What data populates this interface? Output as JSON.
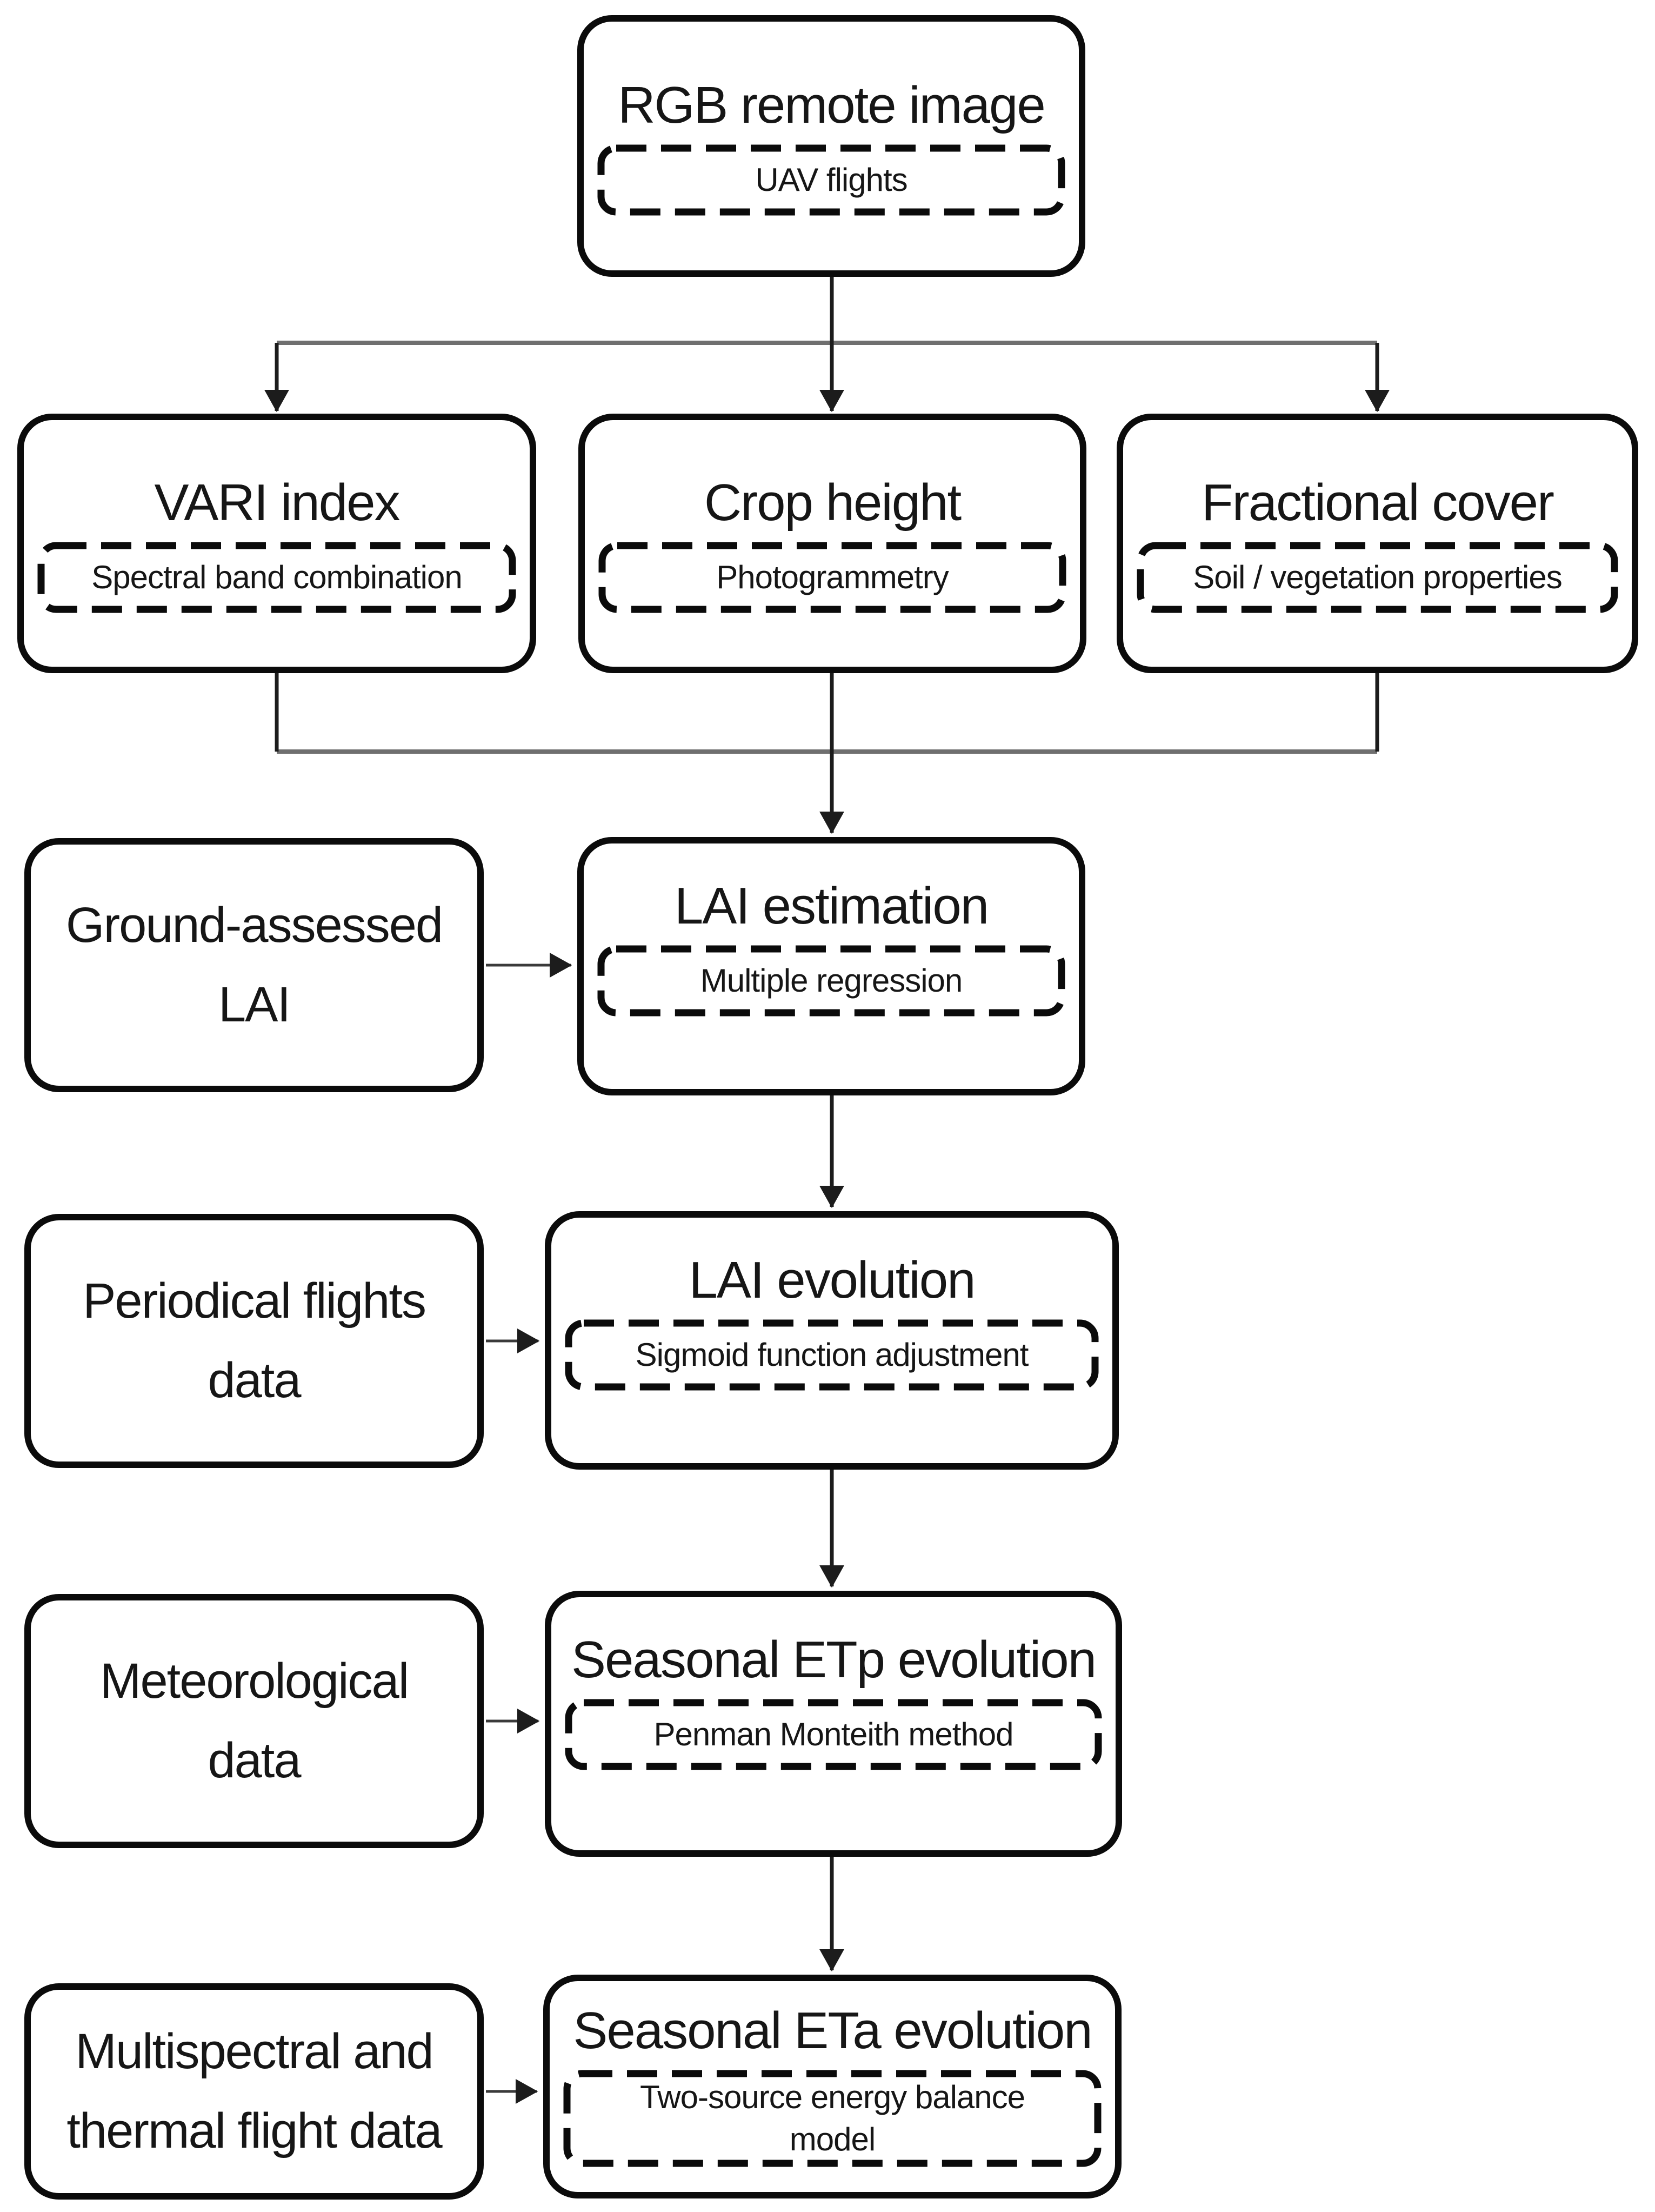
{
  "figure": {
    "type": "flowchart",
    "colors": {
      "background": "#ffffff",
      "box_border": "#0b0b0b",
      "text": "#161616",
      "connector": "#1c1c1c",
      "rail": "#6f6f6f"
    },
    "nodes": {
      "rgb_remote_image": {
        "title": "RGB remote image",
        "method": "UAV flights"
      },
      "vari_index": {
        "title": "VARI index",
        "method": "Spectral band combination"
      },
      "crop_height": {
        "title": "Crop height",
        "method": "Photogrammetry"
      },
      "fractional_cover": {
        "title": "Fractional cover",
        "method": "Soil / vegetation properties"
      },
      "ground_assessed_lai": {
        "label": "Ground-assessed\nLAI"
      },
      "lai_estimation": {
        "title": "LAI estimation",
        "method": "Multiple regression"
      },
      "periodical_flights_data": {
        "label": "Periodical flights\ndata"
      },
      "lai_evolution": {
        "title": "LAI evolution",
        "method": "Sigmoid function adjustment"
      },
      "meteorological_data": {
        "label": "Meteorological\ndata"
      },
      "seasonal_etp_evolution": {
        "title": "Seasonal ETp evolution",
        "method": "Penman Monteith method"
      },
      "multispectral_thermal_flight_data": {
        "label": "Multispectral and\nthermal flight data"
      },
      "seasonal_eta_evolution": {
        "title": "Seasonal ETa evolution",
        "method": "Two-source energy balance\nmodel"
      }
    }
  }
}
